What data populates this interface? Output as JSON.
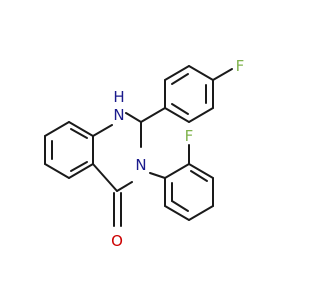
{
  "molecule": {
    "atoms": {
      "nh": {
        "label": "H",
        "element": "N",
        "color": "#1a1a8c"
      },
      "n3": {
        "label": "N",
        "element": "N",
        "color": "#1a1a8c"
      },
      "o": {
        "label": "O",
        "element": "O",
        "color": "#cc0000"
      },
      "f_para": {
        "label": "F",
        "element": "F",
        "color": "#7fb34d"
      },
      "f_ortho": {
        "label": "F",
        "element": "F",
        "color": "#7fb34d"
      }
    },
    "nh_n_label": "N"
  }
}
